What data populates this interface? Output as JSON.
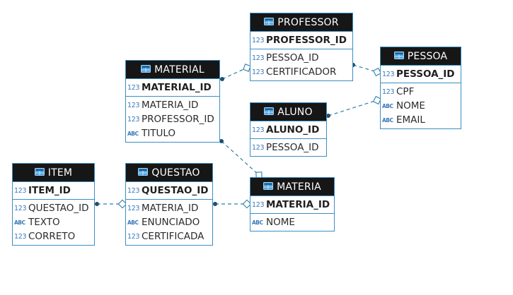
{
  "entities": [
    {
      "key": "professor",
      "name": "PROFESSOR",
      "pk": [
        {
          "type": "123",
          "name": "PROFESSOR_ID"
        }
      ],
      "cols": [
        {
          "type": "123",
          "name": "PESSOA_ID"
        },
        {
          "type": "123",
          "name": "CERTIFICADOR"
        }
      ]
    },
    {
      "key": "pessoa",
      "name": "PESSOA",
      "pk": [
        {
          "type": "123",
          "name": "PESSOA_ID"
        }
      ],
      "cols": [
        {
          "type": "123",
          "name": "CPF"
        },
        {
          "type": "ABC",
          "name": "NOME"
        },
        {
          "type": "ABC",
          "name": "EMAIL"
        }
      ]
    },
    {
      "key": "material",
      "name": "MATERIAL",
      "pk": [
        {
          "type": "123",
          "name": "MATERIAL_ID"
        }
      ],
      "cols": [
        {
          "type": "123",
          "name": "MATERIA_ID"
        },
        {
          "type": "123",
          "name": "PROFESSOR_ID"
        },
        {
          "type": "ABC",
          "name": "TITULO"
        }
      ]
    },
    {
      "key": "aluno",
      "name": "ALUNO",
      "pk": [
        {
          "type": "123",
          "name": "ALUNO_ID"
        }
      ],
      "cols": [
        {
          "type": "123",
          "name": "PESSOA_ID"
        }
      ]
    },
    {
      "key": "item",
      "name": "ITEM",
      "pk": [
        {
          "type": "123",
          "name": "ITEM_ID"
        }
      ],
      "cols": [
        {
          "type": "123",
          "name": "QUESTAO_ID"
        },
        {
          "type": "ABC",
          "name": "TEXTO"
        },
        {
          "type": "123",
          "name": "CORRETO"
        }
      ]
    },
    {
      "key": "questao",
      "name": "QUESTAO",
      "pk": [
        {
          "type": "123",
          "name": "QUESTAO_ID"
        }
      ],
      "cols": [
        {
          "type": "123",
          "name": "MATERIA_ID"
        },
        {
          "type": "ABC",
          "name": "ENUNCIADO"
        },
        {
          "type": "123",
          "name": "CERTIFICADA"
        }
      ]
    },
    {
      "key": "materia",
      "name": "MATERIA",
      "pk": [
        {
          "type": "123",
          "name": "MATERIA_ID"
        }
      ],
      "cols": [
        {
          "type": "ABC",
          "name": "NOME"
        }
      ]
    }
  ],
  "relationships": [
    {
      "child": "material",
      "parent": "professor"
    },
    {
      "child": "professor",
      "parent": "pessoa"
    },
    {
      "child": "aluno",
      "parent": "pessoa"
    },
    {
      "child": "material",
      "parent": "materia"
    },
    {
      "child": "item",
      "parent": "questao"
    },
    {
      "child": "questao",
      "parent": "materia"
    }
  ],
  "colors": {
    "line": "#2e7fa8",
    "border": "#3b8ec4",
    "header": "#161616",
    "type_icon": "#3a78b8"
  }
}
